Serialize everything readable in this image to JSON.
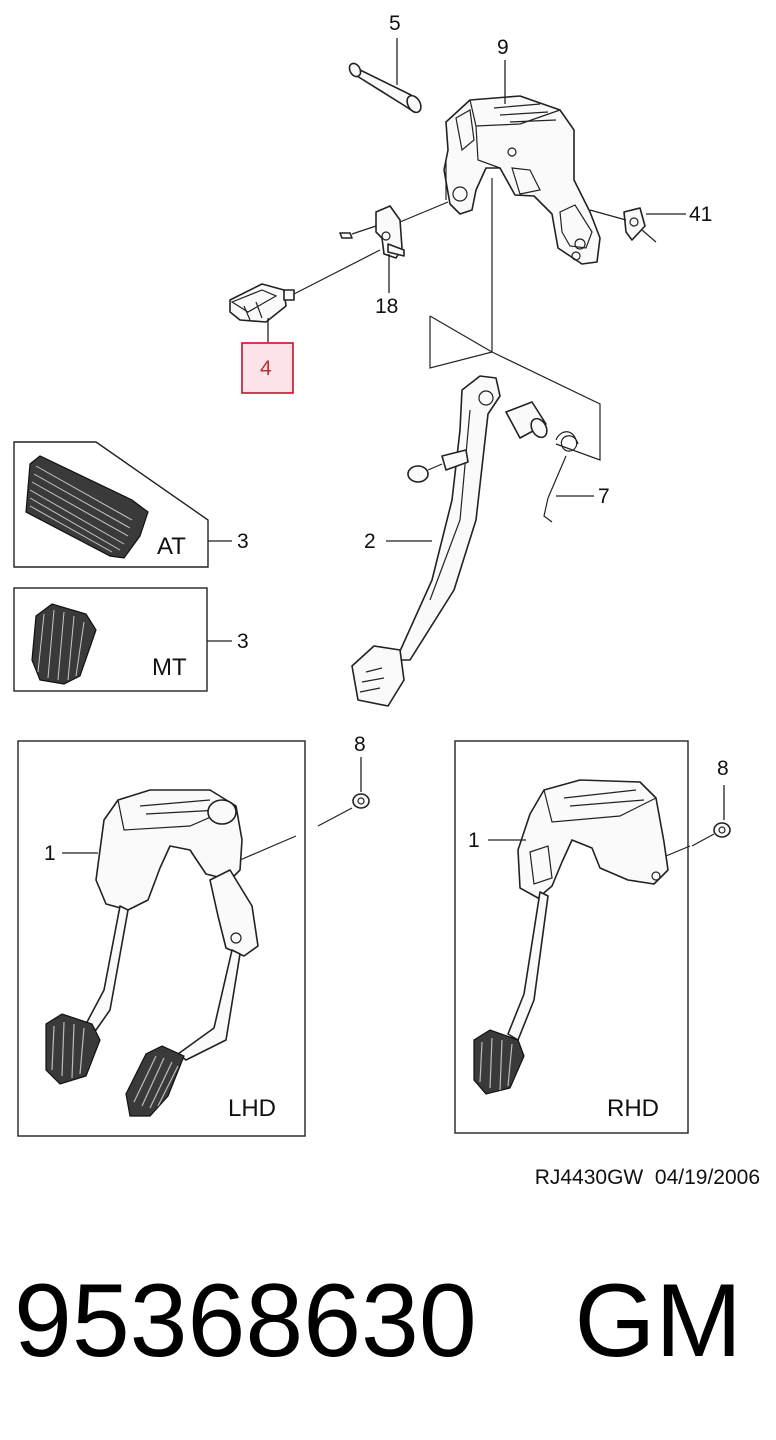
{
  "callouts": {
    "c5": "5",
    "c9": "9",
    "c41": "41",
    "c18": "18",
    "c4": "4",
    "c7": "7",
    "c2": "2",
    "c3_at": "3",
    "c3_mt": "3",
    "c8_lhd": "8",
    "c8_rhd": "8",
    "c1_lhd": "1",
    "c1_rhd": "1"
  },
  "selected_callout": "4",
  "boxes": {
    "at_label": "AT",
    "mt_label": "MT",
    "lhd_label": "LHD",
    "rhd_label": "RHD"
  },
  "reference": "RJ4430GW  04/19/2006",
  "footer": {
    "part_number": "95368630",
    "brand": "GM"
  },
  "colors": {
    "highlight_fill": "#fbe3e8",
    "highlight_border": "#c8102e"
  }
}
